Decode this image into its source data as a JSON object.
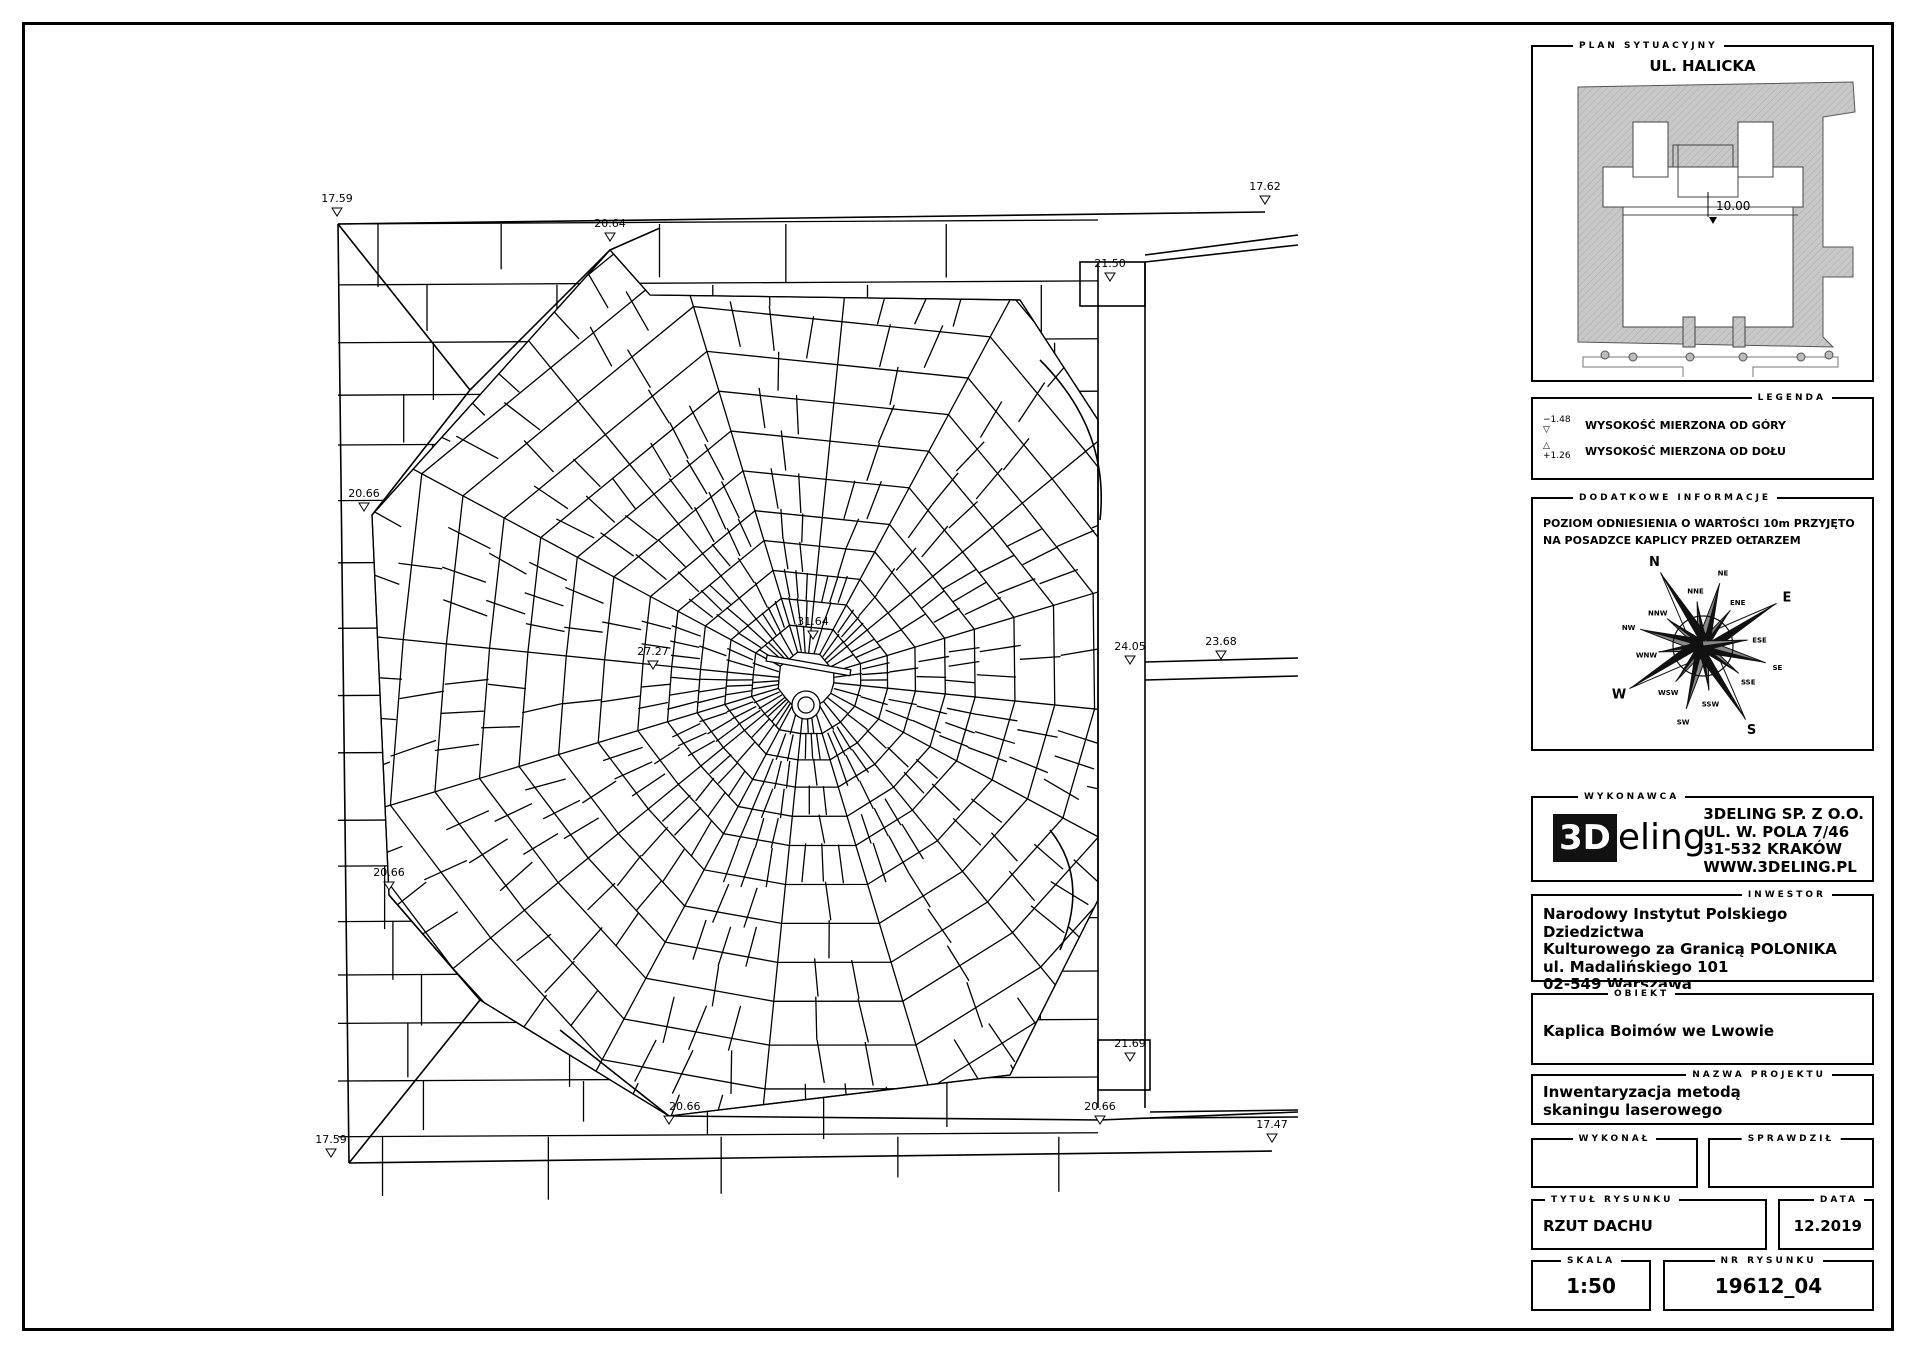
{
  "drawing": {
    "elevations": [
      {
        "id": "nw-corner",
        "value": "17.59"
      },
      {
        "id": "top-hip",
        "value": "20.64"
      },
      {
        "id": "ne-corner",
        "value": "17.62"
      },
      {
        "id": "strip-top",
        "value": "21.50"
      },
      {
        "id": "left-upper",
        "value": "20.66"
      },
      {
        "id": "dome-left",
        "value": "27.27"
      },
      {
        "id": "lantern",
        "value": "31.64"
      },
      {
        "id": "strip-mid",
        "value": "24.05"
      },
      {
        "id": "right-ledge",
        "value": "23.68"
      },
      {
        "id": "left-lower",
        "value": "20.66"
      },
      {
        "id": "strip-bottom",
        "value": "21.69"
      },
      {
        "id": "bottom-hip",
        "value": "20.66"
      },
      {
        "id": "bottom-right",
        "value": "20.66"
      },
      {
        "id": "sw-corner",
        "value": "17.59"
      },
      {
        "id": "se-corner",
        "value": "17.47"
      }
    ]
  },
  "plan": {
    "title": "PLAN SYTUACYJNY",
    "street": "UL. HALICKA",
    "level": "10.00"
  },
  "legend": {
    "title": "LEGENDA",
    "items": [
      {
        "symbol_value": "−1.48",
        "label": "WYSOKOŚĆ MIERZONA OD GÓRY"
      },
      {
        "symbol_value": "+1.26",
        "label": "WYSOKOŚĆ MIERZONA OD DOŁU"
      }
    ]
  },
  "info": {
    "title": "DODATKOWE INFORMACJE",
    "line1": "POZIOM ODNIESIENIA O WARTOŚCI 10m PRZYJĘTO",
    "line2": "NA POSADZCE KAPLICY PRZED OŁTARZEM",
    "compass": [
      "E",
      "ENE",
      "NE",
      "NNE",
      "N",
      "NNW",
      "NW",
      "WNW",
      "W",
      "WSW",
      "SW",
      "SSW",
      "S",
      "SSE",
      "SE",
      "ESE"
    ]
  },
  "contractor": {
    "title": "WYKONAWCA",
    "logo_box": "3D",
    "logo_rest": "eling",
    "lines": [
      "3DELING SP. Z O.O.",
      "UL. W. POLA 7/46",
      "31-532 KRAKÓW",
      "WWW.3DELING.PL"
    ]
  },
  "investor": {
    "title": "INWESTOR",
    "lines": [
      "Narodowy Instytut Polskiego Dziedzictwa",
      "Kulturowego za Granicą POLONIKA",
      "ul. Madalińskiego 101",
      "02-549 Warszawa"
    ]
  },
  "object": {
    "title": "OBIEKT",
    "value": "Kaplica Boimów we Lwowie"
  },
  "project": {
    "title": "NAZWA PROJEKTU",
    "lines": [
      "Inwentaryzacja metodą",
      "skaningu laserowego"
    ]
  },
  "made_by": {
    "title": "WYKONAŁ",
    "value": ""
  },
  "checked_by": {
    "title": "SPRAWDZIŁ",
    "value": ""
  },
  "drawing_title": {
    "title": "TYTUŁ RYSUNKU",
    "value": "RZUT DACHU"
  },
  "date": {
    "title": "DATA",
    "value": "12.2019"
  },
  "scale": {
    "title": "SKALA",
    "value": "1:50"
  },
  "number": {
    "title": "NR RYSUNKU",
    "value": "19612_04"
  }
}
